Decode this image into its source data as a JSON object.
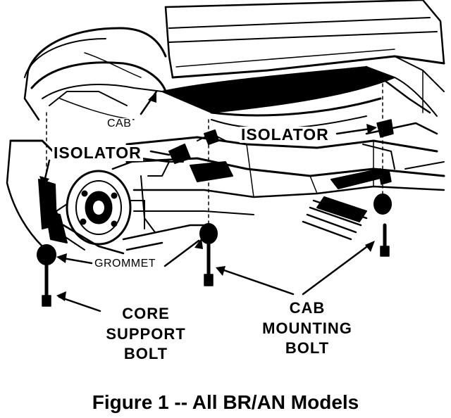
{
  "labels": {
    "cab_top": "CAB",
    "isolator_right": "ISOLATOR",
    "isolator_left": "ISOLATOR",
    "grommet": "GROMMET",
    "core_support_bolt": [
      "CORE",
      "SUPPORT",
      "BOLT"
    ],
    "cab_mounting_bolt": [
      "CAB",
      "MOUNTING",
      "BOLT"
    ]
  },
  "caption": "Figure 1 -- All BR/AN Models",
  "colors": {
    "ink": "#000000",
    "paper": "#ffffff"
  }
}
